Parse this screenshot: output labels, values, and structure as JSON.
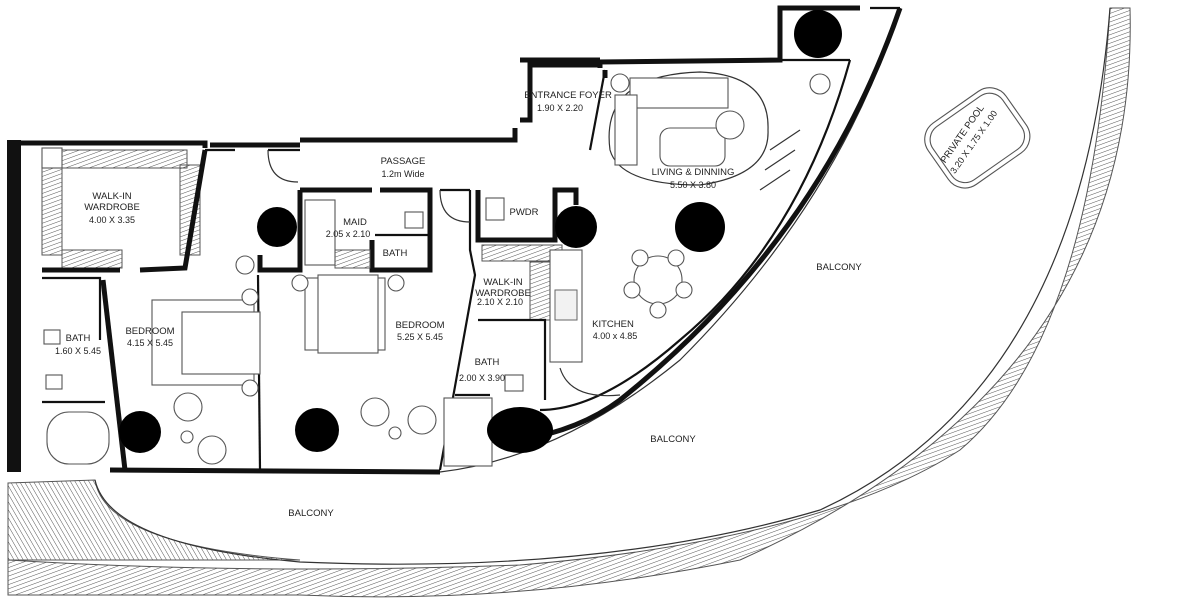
{
  "rooms": {
    "walk_in_wardrobe_1": {
      "name": "WALK-IN\nWARDROBE",
      "size": "4.00 X 3.35"
    },
    "bath_1": {
      "name": "BATH",
      "size": "1.60 X 5.45"
    },
    "bedroom_1": {
      "name": "BEDROOM",
      "size": "4.15 X 5.45"
    },
    "passage": {
      "name": "PASSAGE",
      "size": "1.2m Wide"
    },
    "maid": {
      "name": "MAID",
      "size": "2.05 x 2.10"
    },
    "bath_maid": {
      "name": "BATH"
    },
    "bedroom_2": {
      "name": "BEDROOM",
      "size": "5.25 X 5.45"
    },
    "entrance_foyer": {
      "name": "ENTRANCE FOYER",
      "size": "1.90 X 2.20"
    },
    "living_dinning": {
      "name": "LIVING & DINNING",
      "size": "5.50 X 3.80"
    },
    "pwdr": {
      "name": "PWDR"
    },
    "walk_in_wardrobe_2": {
      "name": "WALK-IN\nWARDROBE",
      "size": "2.10 X 2.10"
    },
    "bath_2": {
      "name": "BATH",
      "size": "2.00 X 3.90"
    },
    "kitchen": {
      "name": "KITCHEN",
      "size": "4.00 x 4.85"
    },
    "private_pool": {
      "name": "PRIVATE POOL",
      "size": "3.20 X 1.75 X 1.00"
    },
    "balcony_right": {
      "name": "BALCONY"
    },
    "balcony_mid": {
      "name": "BALCONY"
    },
    "balcony_bottom": {
      "name": "BALCONY"
    }
  },
  "colors": {
    "walls": "#111111",
    "columns": "#000000",
    "hatch": "#555555",
    "background": "#ffffff"
  }
}
